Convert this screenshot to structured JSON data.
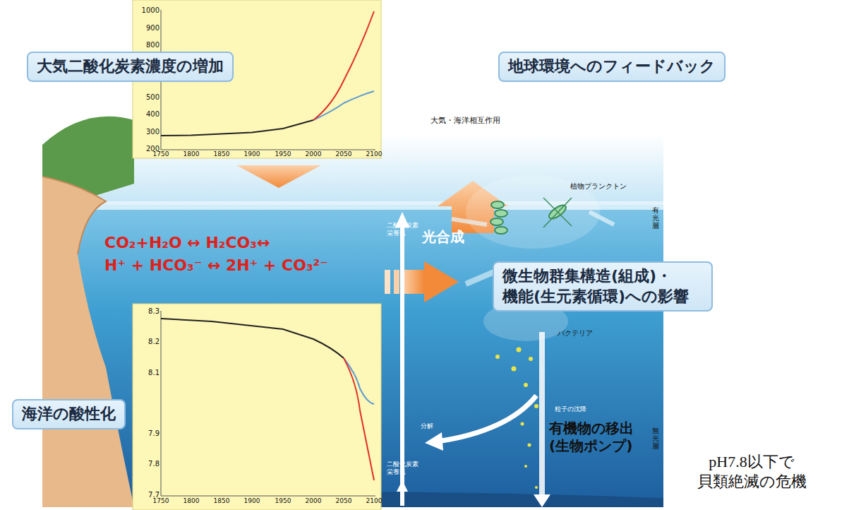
{
  "diagram": {
    "nodes": [
      {
        "text": [
          "大気二酸化炭素濃度の増加"
        ]
      },
      {
        "text": [
          "地球環境へのフィードバック"
        ]
      },
      {
        "text": [
          "微生物群集構造(組成)・ 機能(生元素循環)への影響"
        ]
      },
      {
        "text": [
          "海洋の酸性化"
        ]
      }
    ],
    "labels": [
      "大気・海洋相互作用",
      "植物プランクトン",
      "有光層",
      "二酸化炭素 栄養塩",
      "光合成",
      "CO₂+H₂O ↔ H₂CO₃↔",
      "H⁺ + HCO₃⁻ ↔ 2H⁺ + CO₃²⁻",
      "バクテリア",
      "粒子の沈降",
      "有機物の移出 (生物ポンプ)",
      "分解",
      "二酸化炭素 栄養塩",
      "無光層",
      "pH7.8以下で 貝類絶滅の危機",
      "1000",
      "900",
      "800",
      "500",
      "400",
      "300",
      "200",
      "1750",
      "1800",
      "1850",
      "1900",
      "1950",
      "2000",
      "2050",
      "2100",
      "8.3",
      "8.2",
      "8.1",
      "7.9",
      "7.8",
      "7.7",
      "1750",
      "1800",
      "1850",
      "1900",
      "1950",
      "2000",
      "2050",
      "2100"
    ]
  }
}
